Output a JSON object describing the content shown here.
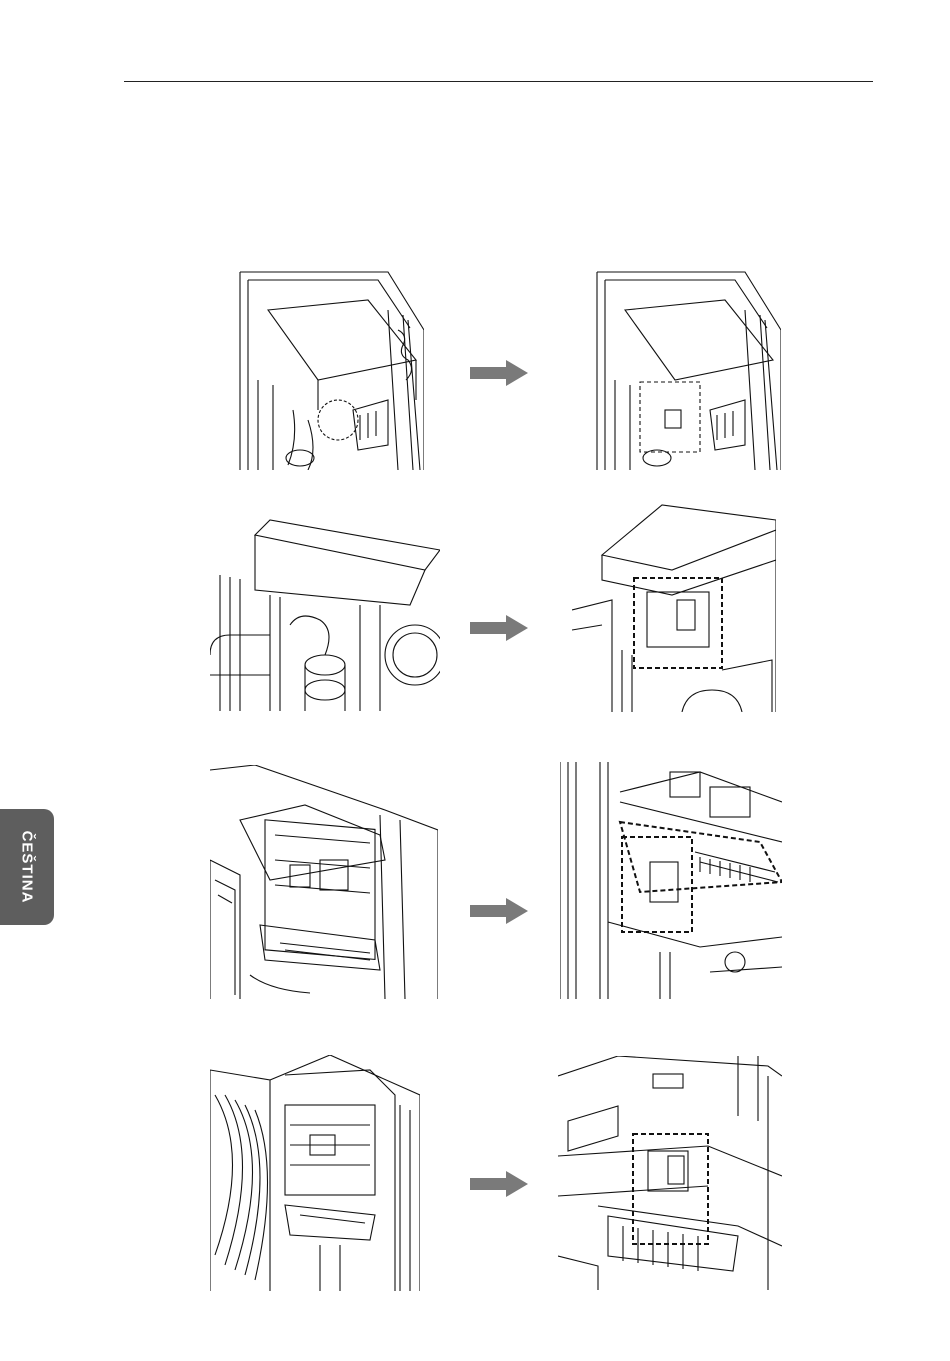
{
  "side_tab": {
    "language": "ČEŠTINA"
  },
  "colors": {
    "tab_bg": "#5e5e5e",
    "arrow": "#7a7a7a",
    "line": "#111111"
  },
  "steps": [
    {
      "before_image": "outdoor-unit-top-view-drawing",
      "after_image": "control-box-highlight-drawing",
      "arrow_icon": "arrow-right-icon"
    },
    {
      "before_image": "outdoor-unit-compressor-drawing",
      "after_image": "terminal-block-highlight-drawing",
      "arrow_icon": "arrow-right-icon"
    },
    {
      "before_image": "outdoor-unit-open-panel-drawing",
      "after_image": "pcb-terminal-highlight-drawing",
      "arrow_icon": "arrow-right-icon"
    },
    {
      "before_image": "outdoor-unit-side-fan-drawing",
      "after_image": "pcb-relay-highlight-drawing",
      "arrow_icon": "arrow-right-icon"
    }
  ]
}
